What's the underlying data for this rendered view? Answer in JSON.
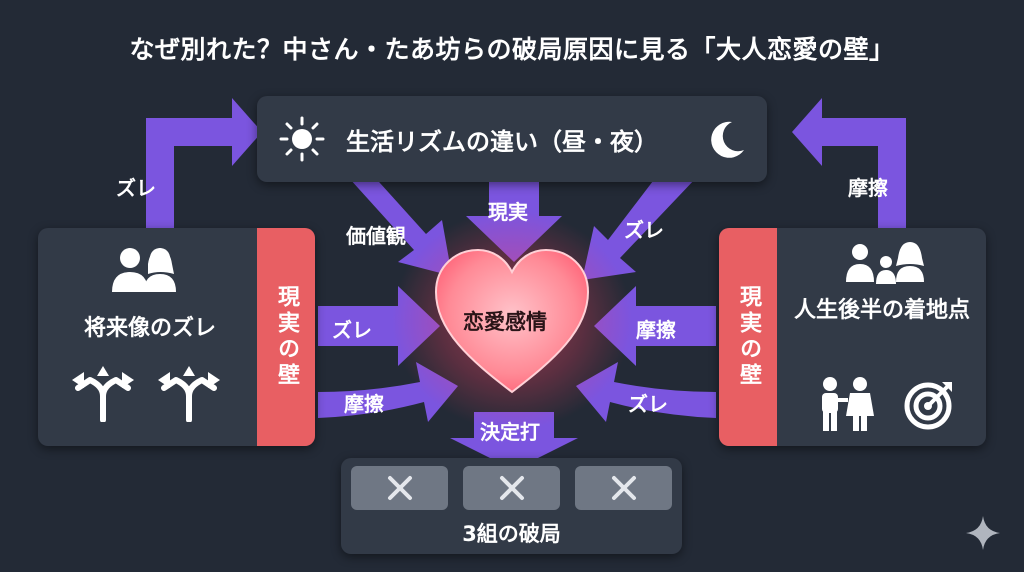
{
  "title": "なぜ別れた？中さん・たあ坊らの破局原因に見る「大人恋愛の壁」",
  "top_box": {
    "label": "生活リズムの違い（昼・夜）"
  },
  "left_box": {
    "label": "将来像のズレ",
    "wall": "現実の壁"
  },
  "right_box": {
    "label": "人生後半の着地点",
    "wall": "現実の壁"
  },
  "center": {
    "label": "恋愛感情"
  },
  "bottom_box": {
    "label": "3組の破局"
  },
  "arrows": {
    "left_up": "ズレ",
    "right_up": "摩擦",
    "top_left": "価値観",
    "top_center": "現実",
    "top_right": "ズレ",
    "left_upper": "ズレ",
    "left_lower": "摩擦",
    "right_upper": "摩擦",
    "right_lower": "ズレ",
    "down": "決定打"
  },
  "colors": {
    "background": "#232a36",
    "box": "#323a47",
    "arrow": "#7b55df",
    "wall": "#e85f63",
    "heart": "#ff8a96",
    "tile": "#6f7784"
  },
  "icons": [
    "sun-icon",
    "moon-icon",
    "couple-icon",
    "split-arrows-icon",
    "family-icon",
    "elderly-couple-icon",
    "target-icon",
    "sparkle-icon",
    "cross-icon"
  ]
}
